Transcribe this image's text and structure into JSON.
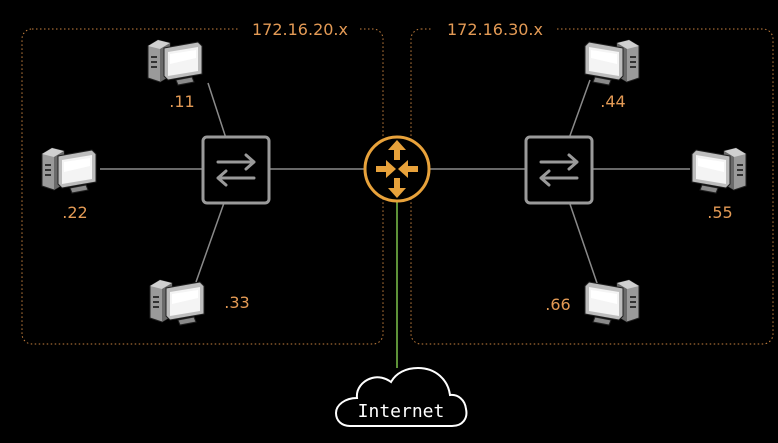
{
  "subnets": [
    {
      "label": "172.16.20.x"
    },
    {
      "label": "172.16.30.x"
    }
  ],
  "hosts": [
    {
      "label": ".11"
    },
    {
      "label": ".22"
    },
    {
      "label": ".33"
    },
    {
      "label": ".44"
    },
    {
      "label": ".55"
    },
    {
      "label": ".66"
    }
  ],
  "cloud": {
    "label": "Internet"
  },
  "colors": {
    "subnet_border": "#c8823f",
    "router": "#e8a23b",
    "switch": "#9a9a9a",
    "link": "#8a8a8a",
    "uplink": "#7cc34a",
    "label": "#e39a55"
  },
  "icons": {
    "router": "router-icon",
    "switch": "switch-icon",
    "host": "desktop-computer-icon",
    "cloud": "cloud-icon"
  }
}
